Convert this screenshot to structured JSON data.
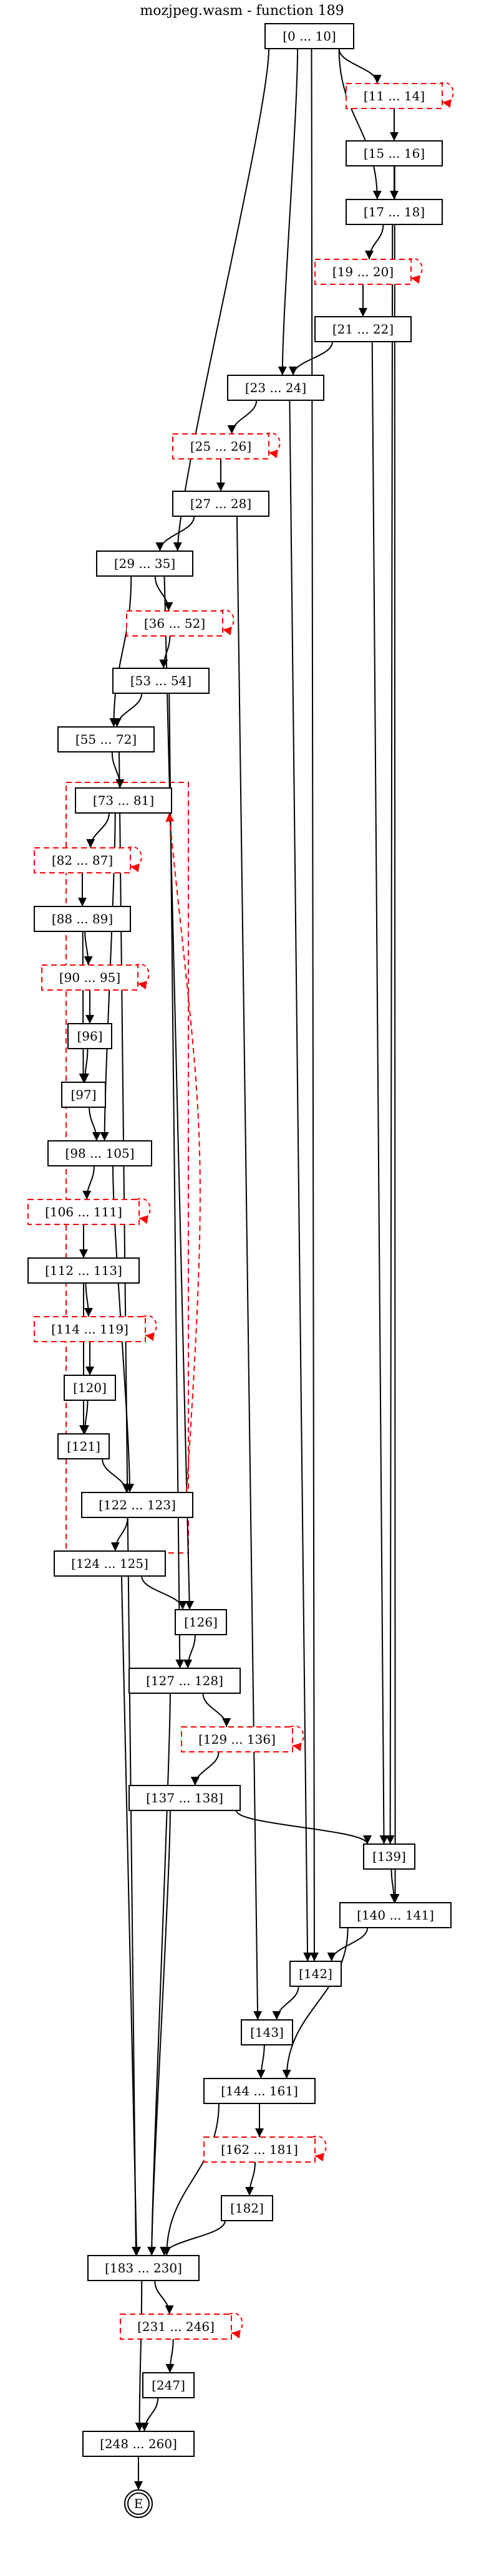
{
  "title": "mozjpeg.wasm - function 189",
  "nodes": [
    {
      "id": "n0",
      "label": "[0 ... 10]",
      "loop": false
    },
    {
      "id": "n11",
      "label": "[11 ... 14]",
      "loop": true
    },
    {
      "id": "n15",
      "label": "[15 ... 16]",
      "loop": false
    },
    {
      "id": "n17",
      "label": "[17 ... 18]",
      "loop": false
    },
    {
      "id": "n19",
      "label": "[19 ... 20]",
      "loop": true
    },
    {
      "id": "n21",
      "label": "[21 ... 22]",
      "loop": false
    },
    {
      "id": "n23",
      "label": "[23 ... 24]",
      "loop": false
    },
    {
      "id": "n25",
      "label": "[25 ... 26]",
      "loop": true
    },
    {
      "id": "n27",
      "label": "[27 ... 28]",
      "loop": false
    },
    {
      "id": "n29",
      "label": "[29 ... 35]",
      "loop": false
    },
    {
      "id": "n36",
      "label": "[36 ... 52]",
      "loop": true
    },
    {
      "id": "n53",
      "label": "[53 ... 54]",
      "loop": false
    },
    {
      "id": "n55",
      "label": "[55 ... 72]",
      "loop": false
    },
    {
      "id": "n73",
      "label": "[73 ... 81]",
      "loop": false
    },
    {
      "id": "n82",
      "label": "[82 ... 87]",
      "loop": true
    },
    {
      "id": "n88",
      "label": "[88 ... 89]",
      "loop": false
    },
    {
      "id": "n90",
      "label": "[90 ... 95]",
      "loop": true
    },
    {
      "id": "n96",
      "label": "[96]",
      "loop": false
    },
    {
      "id": "n97",
      "label": "[97]",
      "loop": false
    },
    {
      "id": "n98",
      "label": "[98 ... 105]",
      "loop": false
    },
    {
      "id": "n106",
      "label": "[106 ... 111]",
      "loop": true
    },
    {
      "id": "n112",
      "label": "[112 ... 113]",
      "loop": false
    },
    {
      "id": "n114",
      "label": "[114 ... 119]",
      "loop": true
    },
    {
      "id": "n120",
      "label": "[120]",
      "loop": false
    },
    {
      "id": "n121",
      "label": "[121]",
      "loop": false
    },
    {
      "id": "n122",
      "label": "[122 ... 123]",
      "loop": false
    },
    {
      "id": "n124",
      "label": "[124 ... 125]",
      "loop": false
    },
    {
      "id": "n126",
      "label": "[126]",
      "loop": false
    },
    {
      "id": "n127",
      "label": "[127 ... 128]",
      "loop": false
    },
    {
      "id": "n129",
      "label": "[129 ... 136]",
      "loop": true
    },
    {
      "id": "n137",
      "label": "[137 ... 138]",
      "loop": false
    },
    {
      "id": "n139",
      "label": "[139]",
      "loop": false
    },
    {
      "id": "n140",
      "label": "[140 ... 141]",
      "loop": false
    },
    {
      "id": "n142",
      "label": "[142]",
      "loop": false
    },
    {
      "id": "n143",
      "label": "[143]",
      "loop": false
    },
    {
      "id": "n144",
      "label": "[144 ... 161]",
      "loop": false
    },
    {
      "id": "n162",
      "label": "[162 ... 181]",
      "loop": true
    },
    {
      "id": "n182",
      "label": "[182]",
      "loop": false
    },
    {
      "id": "n183",
      "label": "[183 ... 230]",
      "loop": false
    },
    {
      "id": "n231",
      "label": "[231 ... 246]",
      "loop": true
    },
    {
      "id": "n247",
      "label": "[247]",
      "loop": false
    },
    {
      "id": "n248",
      "label": "[248 ... 260]",
      "loop": false
    }
  ],
  "exit": {
    "id": "exit",
    "label": "E"
  },
  "edges": [
    [
      "n0",
      "n11"
    ],
    [
      "n0",
      "n17"
    ],
    [
      "n0",
      "n23"
    ],
    [
      "n0",
      "n29"
    ],
    [
      "n0",
      "n142"
    ],
    [
      "n11",
      "n15"
    ],
    [
      "n15",
      "n17"
    ],
    [
      "n15",
      "n140"
    ],
    [
      "n17",
      "n19"
    ],
    [
      "n17",
      "n139"
    ],
    [
      "n19",
      "n21"
    ],
    [
      "n21",
      "n23"
    ],
    [
      "n21",
      "n139"
    ],
    [
      "n23",
      "n25"
    ],
    [
      "n23",
      "n142"
    ],
    [
      "n25",
      "n27"
    ],
    [
      "n27",
      "n29"
    ],
    [
      "n27",
      "n143"
    ],
    [
      "n29",
      "n36"
    ],
    [
      "n29",
      "n55"
    ],
    [
      "n29",
      "n126"
    ],
    [
      "n36",
      "n53"
    ],
    [
      "n53",
      "n55"
    ],
    [
      "n53",
      "n127"
    ],
    [
      "n55",
      "n73"
    ],
    [
      "n55",
      "n183"
    ],
    [
      "n73",
      "n82"
    ],
    [
      "n73",
      "n98"
    ],
    [
      "n82",
      "n88"
    ],
    [
      "n88",
      "n90"
    ],
    [
      "n88",
      "n97"
    ],
    [
      "n90",
      "n96"
    ],
    [
      "n96",
      "n97"
    ],
    [
      "n97",
      "n98"
    ],
    [
      "n98",
      "n106"
    ],
    [
      "n98",
      "n122"
    ],
    [
      "n106",
      "n112"
    ],
    [
      "n112",
      "n114"
    ],
    [
      "n112",
      "n121"
    ],
    [
      "n114",
      "n120"
    ],
    [
      "n120",
      "n121"
    ],
    [
      "n121",
      "n122"
    ],
    [
      "n122",
      "n124"
    ],
    [
      "n124",
      "n126"
    ],
    [
      "n124",
      "n183"
    ],
    [
      "n126",
      "n127"
    ],
    [
      "n127",
      "n129"
    ],
    [
      "n127",
      "n183"
    ],
    [
      "n129",
      "n137"
    ],
    [
      "n137",
      "n139"
    ],
    [
      "n137",
      "n183"
    ],
    [
      "n139",
      "n140"
    ],
    [
      "n140",
      "n142"
    ],
    [
      "n140",
      "n144"
    ],
    [
      "n142",
      "n143"
    ],
    [
      "n143",
      "n144"
    ],
    [
      "n144",
      "n162"
    ],
    [
      "n144",
      "n183"
    ],
    [
      "n162",
      "n182"
    ],
    [
      "n182",
      "n183"
    ],
    [
      "n183",
      "n231"
    ],
    [
      "n183",
      "n248"
    ],
    [
      "n231",
      "n247"
    ],
    [
      "n247",
      "n248"
    ],
    [
      "n248",
      "exit"
    ]
  ],
  "back_edges": [
    [
      "n122",
      "n73"
    ]
  ]
}
